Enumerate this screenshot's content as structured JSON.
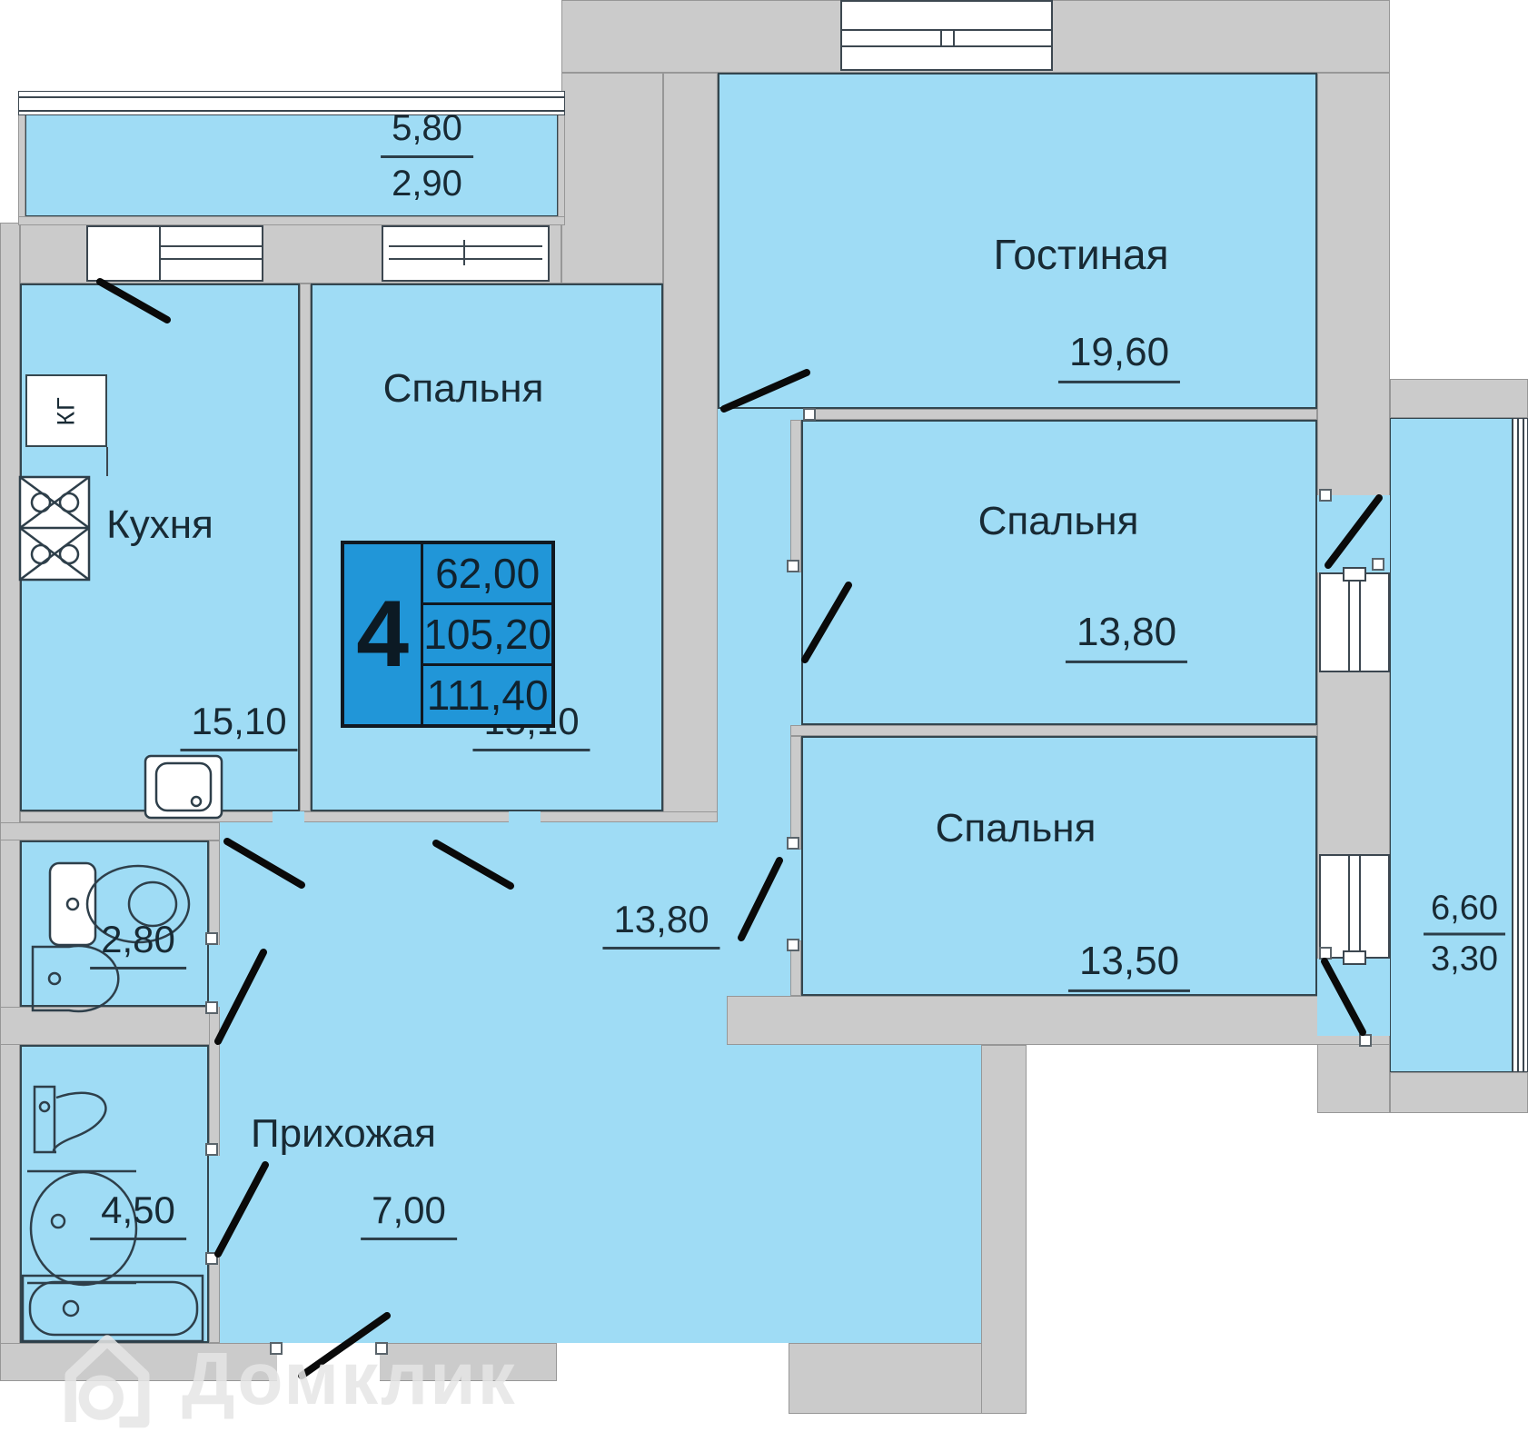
{
  "rooms": {
    "balcony_top": {
      "width": "5,80",
      "area": "2,90"
    },
    "kitchen": {
      "name": "Кухня",
      "area": "15,10"
    },
    "bedroom_top": {
      "name": "Спальня",
      "area": "15,10"
    },
    "living_room": {
      "name": "Гостиная",
      "area": "19,60"
    },
    "bedroom_mid": {
      "name": "Спальня",
      "area": "13,80"
    },
    "bedroom_bottom": {
      "name": "Спальня",
      "area": "13,50"
    },
    "corridor": {
      "area": "13,80"
    },
    "wc": {
      "area": "2,80"
    },
    "bathroom": {
      "area": "4,50"
    },
    "hallway": {
      "name": "Прихожая",
      "area": "7,00"
    },
    "balcony_right": {
      "width": "6,60",
      "area": "3,30"
    }
  },
  "gas_meter_label": "КГ",
  "info_box": {
    "room_count": "4",
    "living_area": "62,00",
    "apartment_area": "105,20",
    "total_area": "111,40"
  },
  "watermark_text": "Домклик",
  "colors": {
    "room_fill": "#9fdcf5",
    "wall_fill": "#cbcbcb",
    "info_box_fill": "#2196d8",
    "text": "#182a34"
  }
}
